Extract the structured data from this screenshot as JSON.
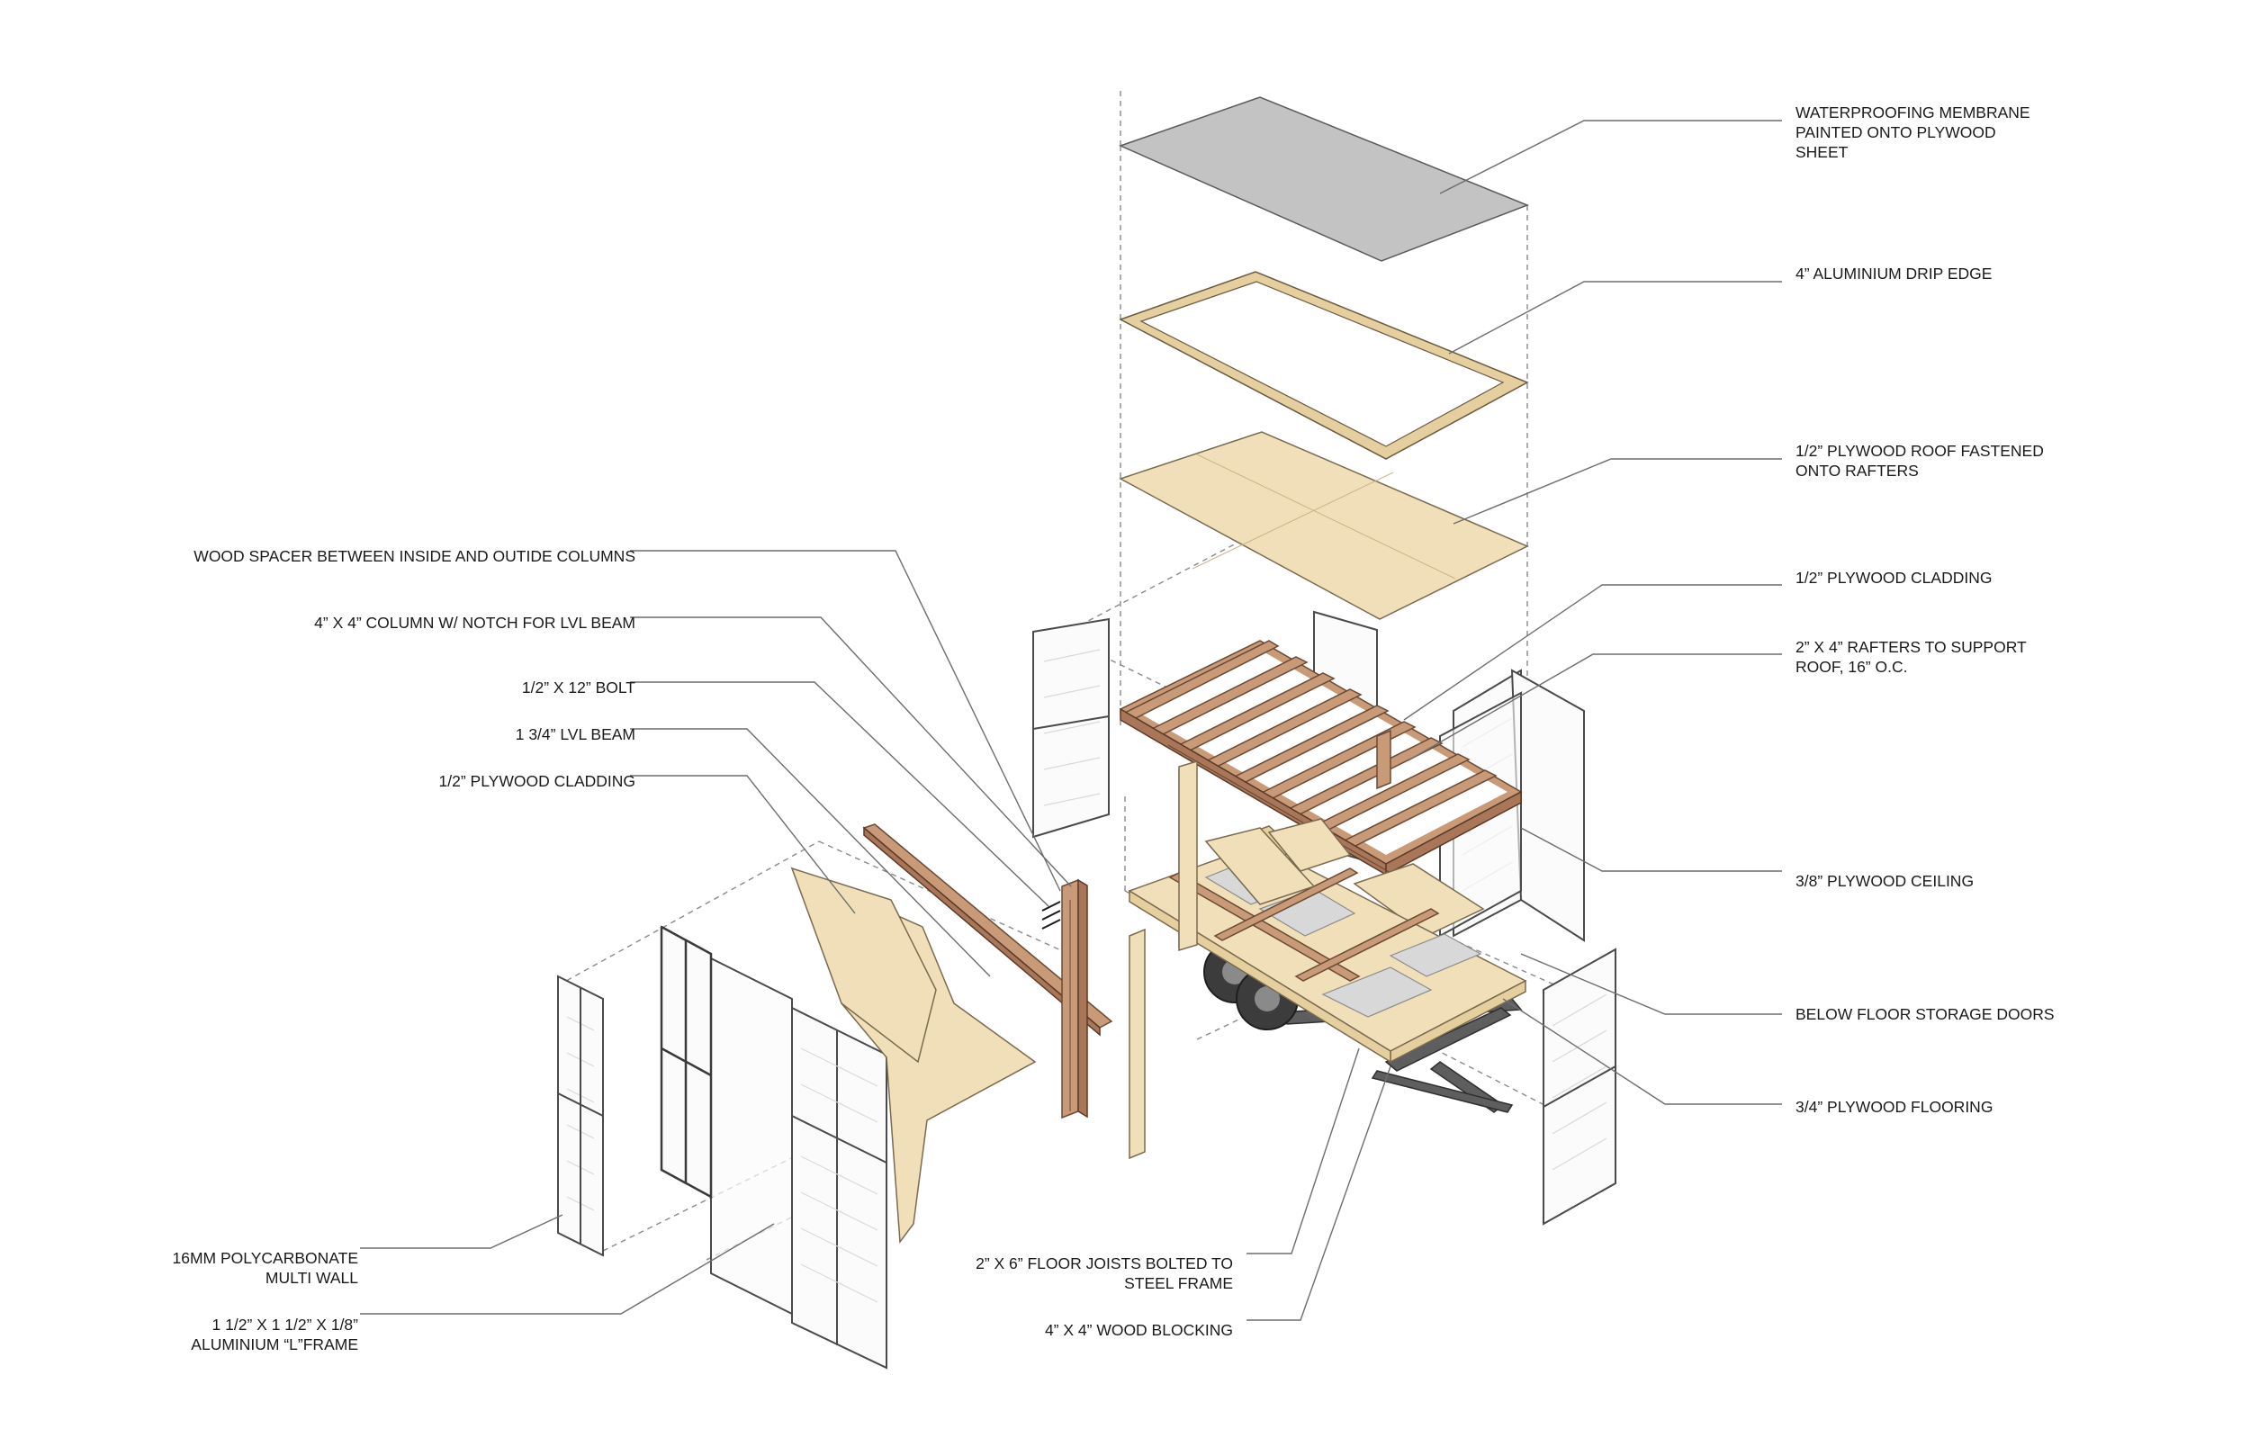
{
  "labels": {
    "right": [
      {
        "id": "membrane",
        "lines": [
          "WATERPROOFING MEMBRANE",
          "PAINTED ONTO PLYWOOD",
          "SHEET"
        ]
      },
      {
        "id": "drip_edge",
        "lines": [
          "4” ALUMINIUM DRIP EDGE"
        ]
      },
      {
        "id": "roof_ply",
        "lines": [
          "1/2” PLYWOOD ROOF FASTENED",
          "ONTO RAFTERS"
        ]
      },
      {
        "id": "cladding_right",
        "lines": [
          "1/2” PLYWOOD CLADDING"
        ]
      },
      {
        "id": "rafters",
        "lines": [
          "2” X 4” RAFTERS TO SUPPORT",
          "ROOF, 16” O.C."
        ]
      },
      {
        "id": "ceiling",
        "lines": [
          "3/8” PLYWOOD CEILING"
        ]
      },
      {
        "id": "storage_doors",
        "lines": [
          "BELOW FLOOR STORAGE DOORS"
        ]
      },
      {
        "id": "flooring",
        "lines": [
          "3/4” PLYWOOD FLOORING"
        ]
      }
    ],
    "left": [
      {
        "id": "spacer",
        "lines": [
          "WOOD SPACER BETWEEN INSIDE AND OUTIDE COLUMNS"
        ]
      },
      {
        "id": "column",
        "lines": [
          "4” X 4” COLUMN W/ NOTCH FOR LVL BEAM"
        ]
      },
      {
        "id": "bolt",
        "lines": [
          "1/2” X 12” BOLT"
        ]
      },
      {
        "id": "lvl",
        "lines": [
          "1 3/4” LVL BEAM"
        ]
      },
      {
        "id": "cladding_left",
        "lines": [
          "1/2” PLYWOOD CLADDING"
        ]
      },
      {
        "id": "polycarbonate",
        "lines": [
          "16MM POLYCARBONATE",
          "MULTI WALL"
        ]
      },
      {
        "id": "aluminium_frame",
        "lines": [
          "1 1/2” X 1 1/2” X 1/8”",
          "ALUMINIUM “L”FRAME"
        ]
      },
      {
        "id": "joists",
        "lines": [
          "2” X 6” FLOOR JOISTS BOLTED TO",
          "STEEL FRAME"
        ]
      },
      {
        "id": "blocking",
        "lines": [
          "4” X 4” WOOD BLOCKING"
        ]
      }
    ]
  },
  "colors": {
    "plywood": "#f0dfb8",
    "timber": "#c99a78",
    "membrane": "#c3c3c3",
    "steel": "#5e5e5e",
    "polycarbonate": "#fbfbfb"
  }
}
